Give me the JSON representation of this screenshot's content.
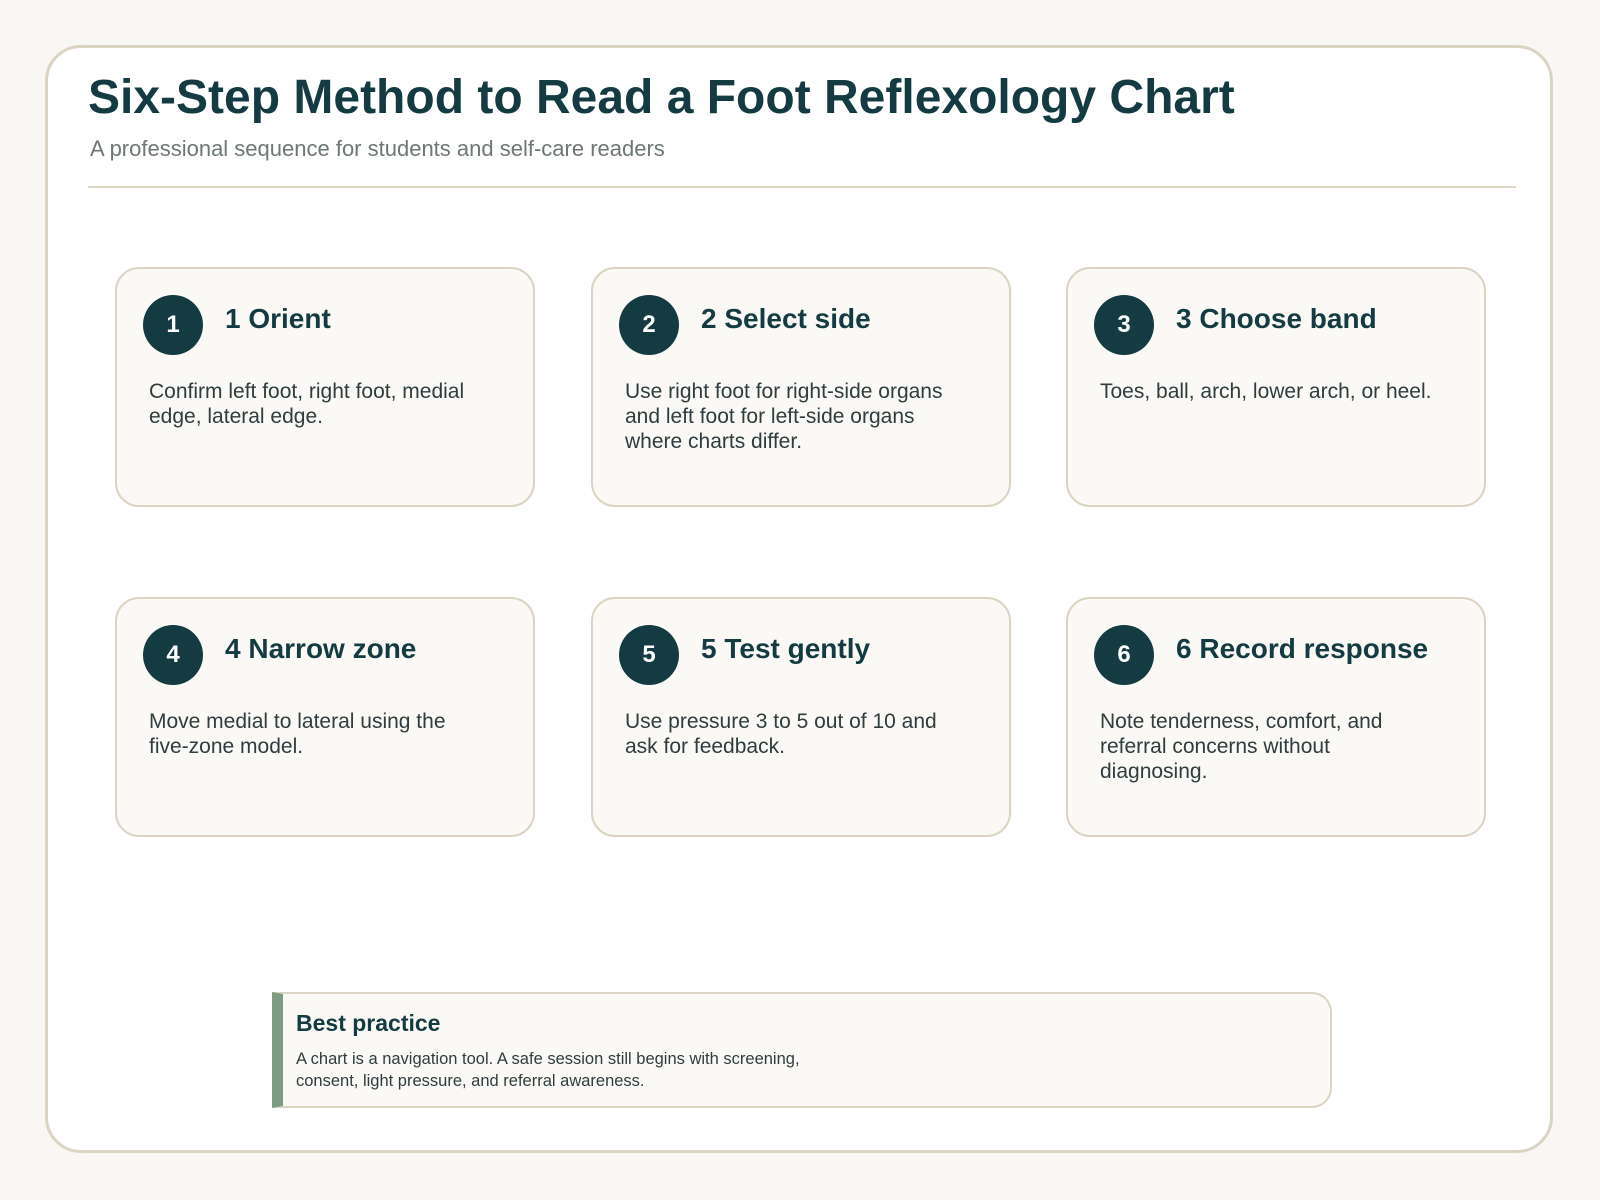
{
  "header": {
    "title": "Six-Step Method to Read a Foot Reflexology Chart",
    "subtitle": "A professional sequence for students and self-care readers"
  },
  "steps": [
    {
      "number": "1",
      "title": "1 Orient",
      "body": "Confirm left foot, right foot, medial edge, lateral edge."
    },
    {
      "number": "2",
      "title": "2 Select side",
      "body": "Use right foot for right-side organs and left foot for left-side organs where charts differ."
    },
    {
      "number": "3",
      "title": "3 Choose band",
      "body": "Toes, ball, arch, lower arch, or heel."
    },
    {
      "number": "4",
      "title": "4 Narrow zone",
      "body": "Move medial to lateral using the five-zone model."
    },
    {
      "number": "5",
      "title": "5 Test gently",
      "body": "Use pressure 3 to 5 out of 10 and ask for feedback."
    },
    {
      "number": "6",
      "title": "6 Record response",
      "body": "Note tenderness, comfort, and referral concerns without diagnosing."
    }
  ],
  "note": {
    "title": "Best practice",
    "body": "A chart is a navigation tool. A safe session still begins with screening, consent, light pressure, and referral awareness."
  },
  "colors": {
    "accent": "#143b42",
    "note_bar": "#7d9c84",
    "border": "#dcd4c3",
    "page_background": "#f8f7f3"
  }
}
